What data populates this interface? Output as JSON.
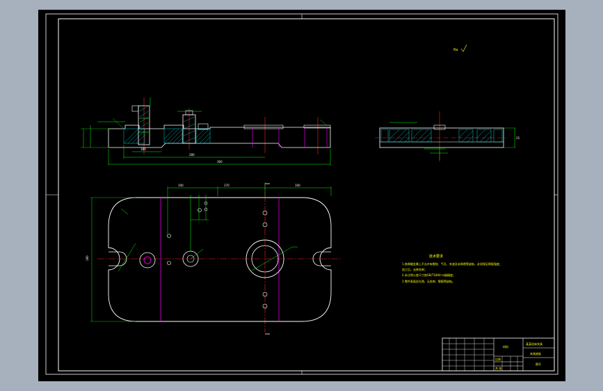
{
  "colors": {
    "background_outer": "#a7b0bd",
    "drawing_bg": "#000000",
    "line_white": "#ffffff",
    "centerline_red": "#ff2020",
    "dimension_green": "#00ff00",
    "hidden_magenta": "#ff00ff",
    "text_yellow": "#ffff00",
    "hatch_cyan": "#00ffff"
  },
  "views": {
    "front_section": {
      "label": "front-section-view"
    },
    "side_section": {
      "label": "side-section-view"
    },
    "plan": {
      "label": "plan-view"
    }
  },
  "dimensions": {
    "front_overall": "360",
    "front_sub": "280",
    "front_sub2": "180",
    "plan_top_left": "100",
    "plan_top_mid": "170",
    "plan_top_right": "100",
    "plan_height": "180",
    "side_height": "25"
  },
  "surface_finish": "Ra ",
  "tech_requirements": {
    "title": "技术要求",
    "lines": [
      "1.各焊缝金属上不允许有裂纹、气孔、夹渣及未焊透等缺陷，必须保证焊接强度；",
      "加工后，去除毛刺；",
      "2.未注明公差尺寸按GB/T1804-m级精度；",
      "3.零件表面应光滑，无毛刺、裂痕等缺陷。"
    ]
  },
  "title_block": {
    "company": "某某机床夹具",
    "part_name": "夹具底板",
    "scale": "比例",
    "material": "材料",
    "sheet": "共 张",
    "drawing_no": "图号"
  }
}
